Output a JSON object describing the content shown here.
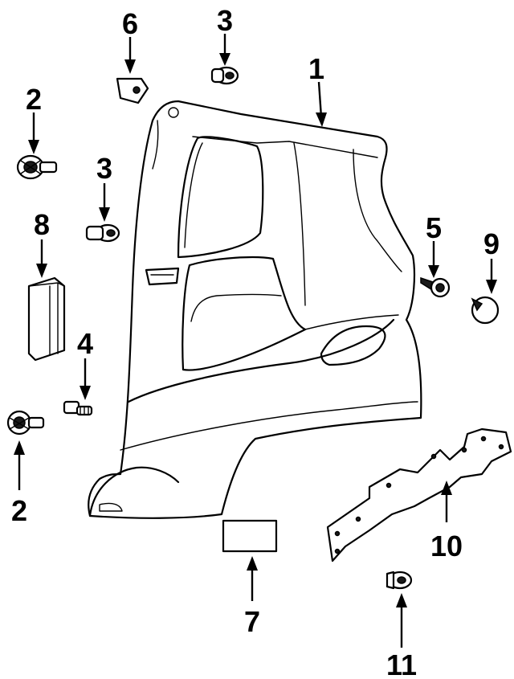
{
  "diagram": {
    "callouts": [
      {
        "id": "c1",
        "label": "1"
      },
      {
        "id": "c2a",
        "label": "2"
      },
      {
        "id": "c2b",
        "label": "2"
      },
      {
        "id": "c3a",
        "label": "3"
      },
      {
        "id": "c3b",
        "label": "3"
      },
      {
        "id": "c4",
        "label": "4"
      },
      {
        "id": "c5",
        "label": "5"
      },
      {
        "id": "c6",
        "label": "6"
      },
      {
        "id": "c7",
        "label": "7"
      },
      {
        "id": "c8",
        "label": "8"
      },
      {
        "id": "c9",
        "label": "9"
      },
      {
        "id": "c10",
        "label": "10"
      },
      {
        "id": "c11",
        "label": "11"
      }
    ]
  },
  "colors": {
    "ink": "#000000",
    "paper": "#ffffff"
  }
}
